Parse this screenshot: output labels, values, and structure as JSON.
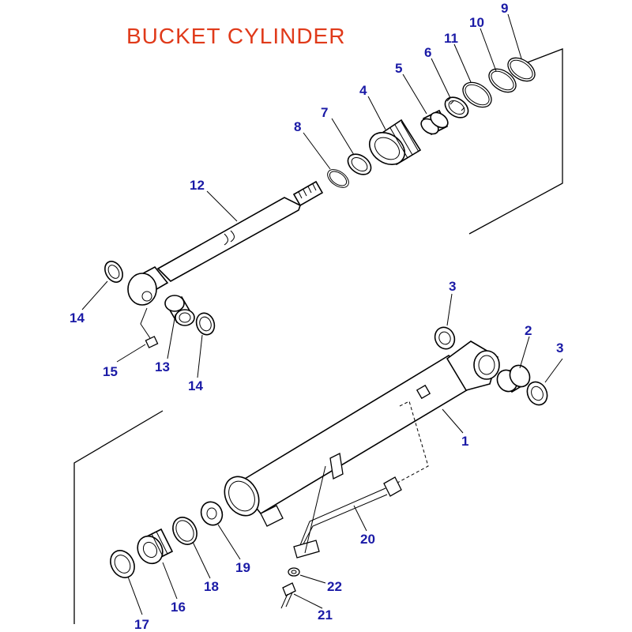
{
  "title": "BUCKET  CYLINDER",
  "colors": {
    "title": "#e03a1a",
    "callout": "#1a1aa6",
    "line": "#000000"
  },
  "callouts": [
    {
      "id": "c9",
      "text": "9"
    },
    {
      "id": "c10",
      "text": "10"
    },
    {
      "id": "c11",
      "text": "11"
    },
    {
      "id": "c6",
      "text": "6"
    },
    {
      "id": "c5",
      "text": "5"
    },
    {
      "id": "c4",
      "text": "4"
    },
    {
      "id": "c7",
      "text": "7"
    },
    {
      "id": "c8",
      "text": "8"
    },
    {
      "id": "c12",
      "text": "12"
    },
    {
      "id": "c14a",
      "text": "14"
    },
    {
      "id": "c15",
      "text": "15"
    },
    {
      "id": "c13",
      "text": "13"
    },
    {
      "id": "c14b",
      "text": "14"
    },
    {
      "id": "c3a",
      "text": "3"
    },
    {
      "id": "c2",
      "text": "2"
    },
    {
      "id": "c3b",
      "text": "3"
    },
    {
      "id": "c1",
      "text": "1"
    },
    {
      "id": "c20",
      "text": "20"
    },
    {
      "id": "c19",
      "text": "19"
    },
    {
      "id": "c18",
      "text": "18"
    },
    {
      "id": "c16",
      "text": "16"
    },
    {
      "id": "c17",
      "text": "17"
    },
    {
      "id": "c22",
      "text": "22"
    },
    {
      "id": "c21",
      "text": "21"
    }
  ]
}
